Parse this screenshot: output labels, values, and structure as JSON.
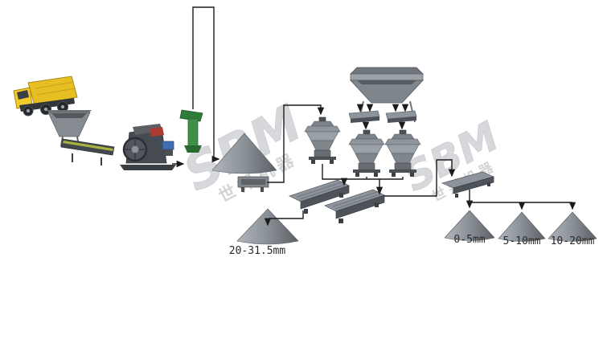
{
  "diagram": {
    "type": "crushing-plant-process-flow",
    "labels": {
      "pile_mid": "20-31.5mm",
      "pile_0_5": "0-5mm",
      "pile_5_10": "5-10mm",
      "pile_10_20": "10-20mm"
    },
    "watermarks": [
      {
        "brand": "SBM",
        "cn": "世邦机器"
      },
      {
        "brand": "SBM",
        "cn": "世邦机器"
      }
    ],
    "equipment_icons": [
      "dump-truck-icon",
      "feed-hopper-icon",
      "grizzly-feeder-icon",
      "jaw-crusher-icon",
      "elevator-conveyor-icon",
      "surge-pile-icon",
      "pile-feeder-icon",
      "storage-hopper-icon",
      "hopper-feeder-left-icon",
      "hopper-feeder-right-icon",
      "cone-crusher-1-icon",
      "cone-crusher-2-icon",
      "cone-crusher-3-icon",
      "vibrating-screen-1-icon",
      "vibrating-screen-2-icon",
      "product-screen-icon",
      "stockpile-mid-icon",
      "stockpile-0-5-icon",
      "stockpile-5-10-icon",
      "stockpile-10-20-icon"
    ],
    "colors": {
      "truck_yellow": "#e8bf23",
      "machine_gray": "#8d949b",
      "machine_dark": "#4a4f54",
      "green": "#3f9049",
      "red": "#ae3b2f",
      "blue": "#3f6fb0",
      "flow_line": "#1c1c1c",
      "watermark": "#a6abb0",
      "label_text": "#2b2b2b",
      "background": "#ffffff"
    }
  }
}
